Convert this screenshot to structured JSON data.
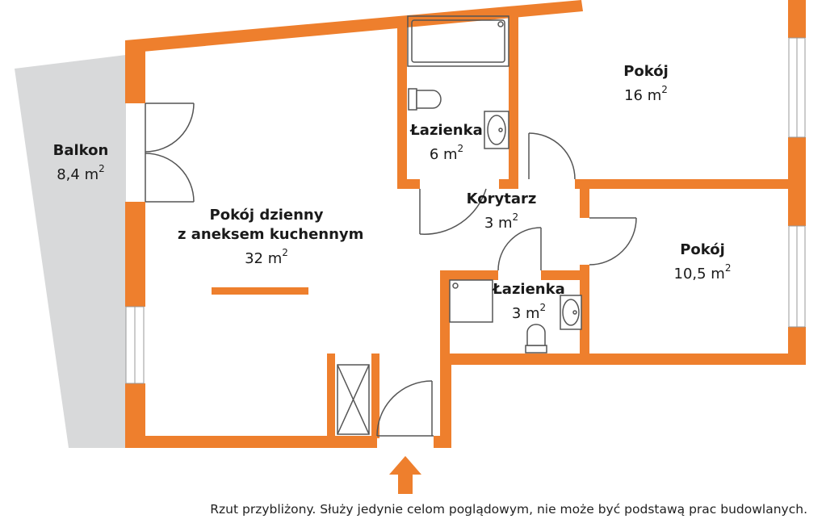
{
  "rooms": {
    "balkon": {
      "name": "Balkon",
      "area": "8,4 m",
      "sup": "2"
    },
    "living": {
      "name_line1": "Pokój dzienny",
      "name_line2": "z aneksem kuchennym",
      "area": "32 m",
      "sup": "2"
    },
    "bath_top": {
      "name": "Łazienka",
      "area": "6 m",
      "sup": "2"
    },
    "room_top": {
      "name": "Pokój",
      "area": "16 m",
      "sup": "2"
    },
    "corridor": {
      "name": "Korytarz",
      "area": "3 m",
      "sup": "2"
    },
    "bath_small": {
      "name": "Łazienka",
      "area": "3 m",
      "sup": "2"
    },
    "room_right": {
      "name": "Pokój",
      "area": "10,5 m",
      "sup": "2"
    }
  },
  "disclaimer": "Rzut przybliżony. Służy jedynie celom poglądowym, nie może być podstawą prac budowlanych.",
  "colors": {
    "wall": "#EE7F2D",
    "balcony": "#D8D9DA",
    "fixture": "#555555"
  },
  "icons": [
    "entrance-arrow-icon",
    "bathtub-icon",
    "toilet-icon",
    "sink-icon",
    "shower-icon",
    "shaft-icon"
  ]
}
